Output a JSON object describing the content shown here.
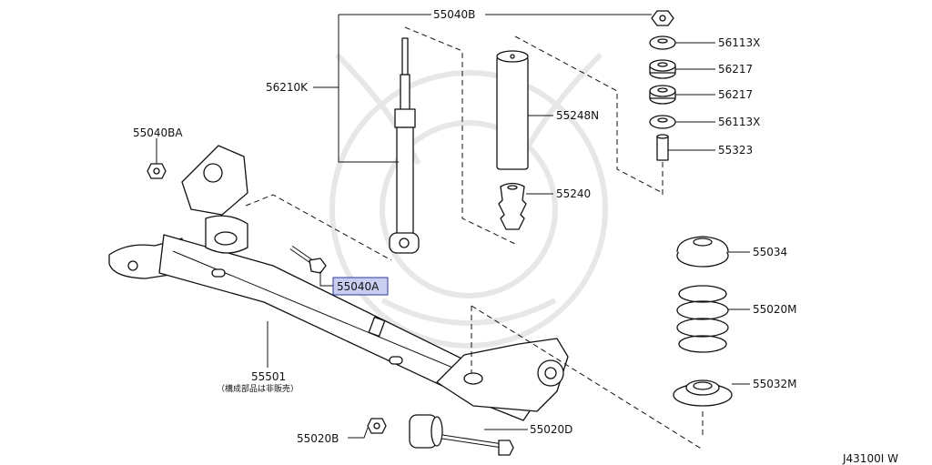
{
  "diagram_id": "J43100I W",
  "labels": {
    "p55040B": "55040B",
    "p56210K": "56210K",
    "p56113X_top": "56113X",
    "p56217_a": "56217",
    "p56217_b": "56217",
    "p56113X_bottom": "56113X",
    "p55323": "55323",
    "p55248N": "55248N",
    "p55240": "55240",
    "p55040BA": "55040BA",
    "p55040A": "55040A",
    "p55034": "55034",
    "p55020M": "55020M",
    "p55032M": "55032M",
    "p55501": "55501",
    "p55501_note": "（構成部品は非販売）",
    "p55020B": "55020B",
    "p55020D": "55020D"
  },
  "highlighted_part": "55040A",
  "colors": {
    "highlight_fill": "#c9cdf0",
    "highlight_border": "#2e3a9a",
    "ink": "#111111"
  }
}
